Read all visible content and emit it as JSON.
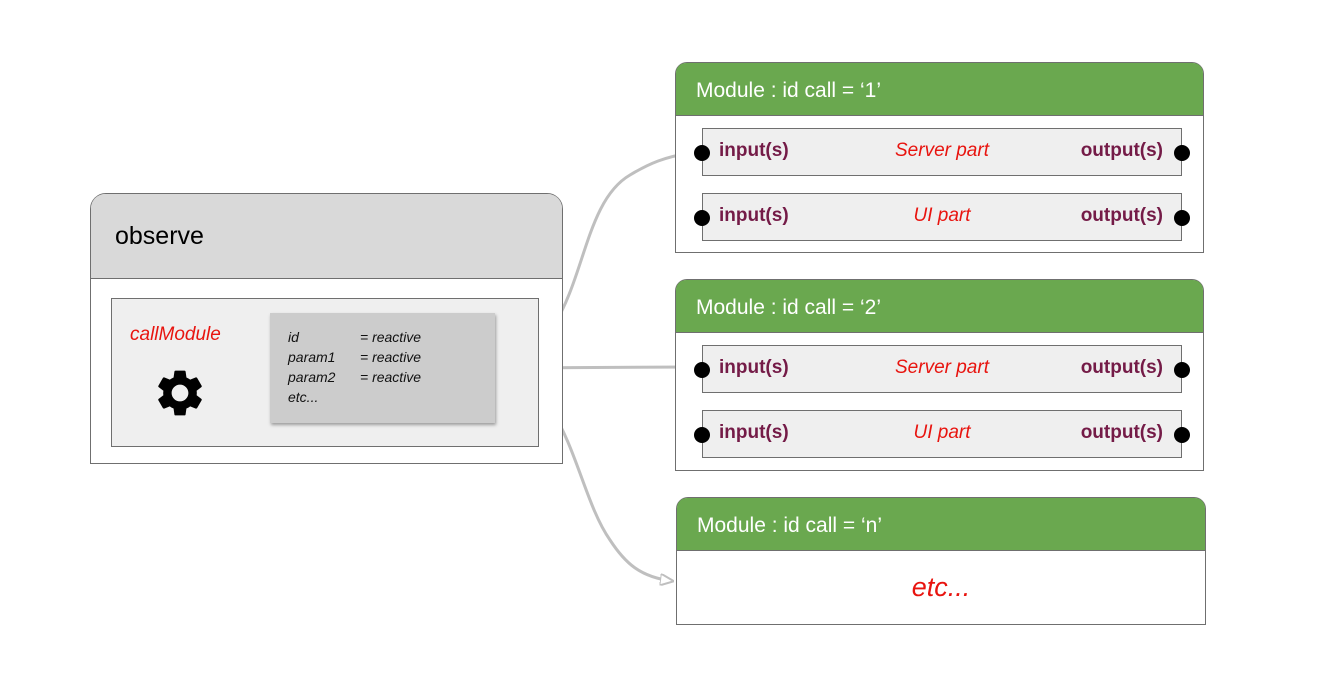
{
  "observe": {
    "title": "observe",
    "call_label": "callModule",
    "icon": "gear-icon",
    "params": [
      {
        "name": "id",
        "value": "= reactive"
      },
      {
        "name": "param1",
        "value": "= reactive"
      },
      {
        "name": "param2",
        "value": "= reactive"
      },
      {
        "name": "etc...",
        "value": ""
      }
    ]
  },
  "modules": [
    {
      "title": "Module : id call = ‘1’",
      "parts": [
        {
          "input": "input(s)",
          "label": "Server part",
          "output": "output(s)"
        },
        {
          "input": "input(s)",
          "label": "UI part",
          "output": "output(s)"
        }
      ]
    },
    {
      "title": "Module : id call = ‘2’",
      "parts": [
        {
          "input": "input(s)",
          "label": "Server part",
          "output": "output(s)"
        },
        {
          "input": "input(s)",
          "label": "UI part",
          "output": "output(s)"
        }
      ]
    },
    {
      "title": "Module : id call = ‘n’",
      "etc": "etc..."
    }
  ],
  "colors": {
    "module_header": "#6aa84f",
    "observe_header": "#d9d9d9",
    "accent_red": "#e8140f",
    "port_text": "#741b47",
    "arrow": "#bfbfbf"
  }
}
